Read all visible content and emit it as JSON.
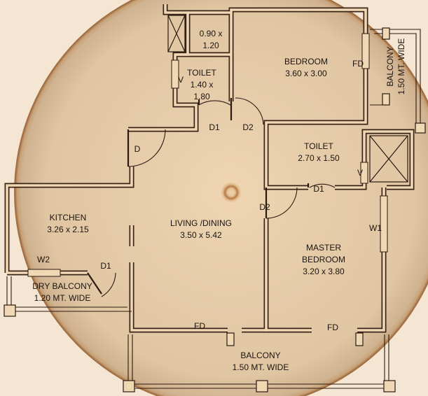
{
  "background": {
    "colors": {
      "rings_dark": "#b47a47",
      "rings_light": "#f0d6b2",
      "bark": "#f4e6d2"
    }
  },
  "rooms": {
    "bedroom": {
      "name": "BEDROOM",
      "size": "3.60 x 3.00"
    },
    "balcony_right": {
      "name": "BALCONY",
      "size": "1.50 MT. WIDE"
    },
    "shaft_top": {
      "size_line1": "0.90 x",
      "size_line2": "1.20"
    },
    "toilet_left": {
      "name": "TOILET",
      "size_line1": "1.40 x",
      "size_line2": "1.80"
    },
    "toilet_right": {
      "name": "TOILET",
      "size": "2.70 x 1.50"
    },
    "kitchen": {
      "name": "KITCHEN",
      "size": "3.26 x 2.15"
    },
    "living": {
      "name": "LIVING /DINING",
      "size": "3.50 x 5.42"
    },
    "master": {
      "name_line1": "MASTER",
      "name_line2": "BEDROOM",
      "size": "3.20 x 3.80"
    },
    "dry_balcony": {
      "name": "DRY BALCONY",
      "size": "1.20 MT. WIDE"
    },
    "balcony_bottom": {
      "name": "BALCONY",
      "size": "1.50 MT. WIDE"
    }
  },
  "openings": {
    "fd_bedroom": "FD",
    "v_toilet_left": "V",
    "d1_toilet_left": "D1",
    "d2_bedroom": "D2",
    "d_main": "D",
    "v_toilet_right": "V",
    "d1_toilet_right": "D1",
    "d2_master": "D2",
    "w1_master": "W1",
    "w2_kitchen": "W2",
    "d1_kitchen": "D1",
    "fd_living": "FD",
    "fd_master": "FD"
  }
}
